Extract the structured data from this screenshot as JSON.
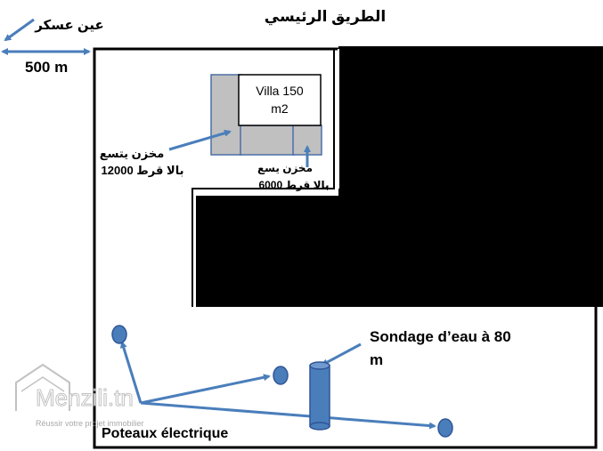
{
  "labels": {
    "main_road": "الطريق الرئيسي",
    "town": "عين عسكر",
    "distance": "500 m",
    "villa_line1": "Villa 150",
    "villa_line2": "m2",
    "warehouse_large_line1": "مخزن يتسع",
    "warehouse_large_line2": "12000 بالا قرط",
    "warehouse_small_line1": "مخزن يسع",
    "warehouse_small_line2": "6000 بالا قرط",
    "borehole_line1": "Sondage d’eau à 80",
    "borehole_line2": "m",
    "poles": "Poteaux électrique"
  },
  "watermark": {
    "brand": "Menzili.tn",
    "tagline": "Réussir votre projet immobilier"
  },
  "colors": {
    "land_fill": "#000000",
    "outline": "#000000",
    "building_fill": "#c0c0c0",
    "building_border": "#4a6fa5",
    "arrow": "#4a7ebb",
    "pole_fill": "#4a7ebb",
    "pole_stroke": "#2f5597",
    "borehole_fill": "#4a7ebb",
    "watermark": "#b8b8b8"
  }
}
